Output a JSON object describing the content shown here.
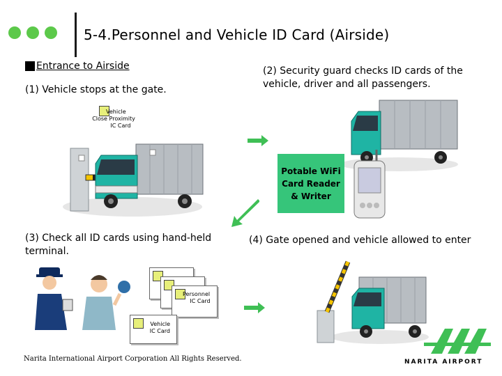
{
  "header": {
    "title": "5-4.Personnel and Vehicle ID Card (Airside)",
    "section": "Entrance to Airside"
  },
  "steps": {
    "step1": "(1) Vehicle stops at the gate.",
    "step2_line1": "(2) Security guard checks ID cards of the",
    "step2_line2": "vehicle, driver and all passengers.",
    "step3_line1": "(3) Check all ID cards using hand-held",
    "step3_line2": "terminal.",
    "step4": "(4) Gate opened and vehicle allowed to enter"
  },
  "labels": {
    "vehicle_card_1": "Vehicle",
    "vehicle_card_2": "Close Proximity",
    "vehicle_card_3": "IC Card",
    "reader_1": "Potable WiFi",
    "reader_2": "Card Reader",
    "reader_3": "& Writer",
    "personnel_card_1": "Personnel",
    "personnel_card_2": "IC Card",
    "vehicle_ic_1": "Vehicle",
    "vehicle_ic_2": "IC Card"
  },
  "footer": {
    "copyright": "Narita International Airport Corporation All Rights Reserved.",
    "logo": "NARITA AIRPORT"
  },
  "colors": {
    "accent_green": "#5cc94a",
    "reader_box": "#36c57a",
    "truck_cab": "#1fb4a4"
  }
}
